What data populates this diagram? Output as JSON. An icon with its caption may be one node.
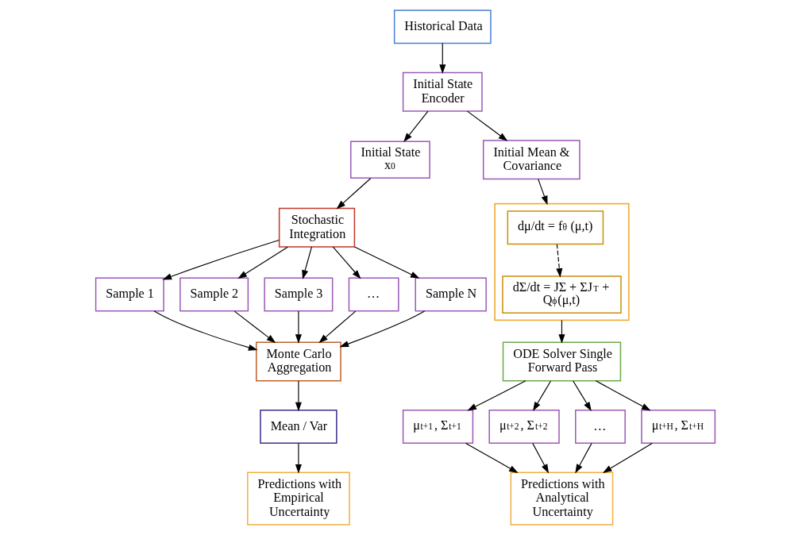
{
  "diagram": {
    "nodes": [
      {
        "text": [
          "Historical Data"
        ]
      },
      {
        "text": [
          "Initial State Encoder"
        ]
      },
      {
        "text": [
          "Initial State",
          "x$_{0}$"
        ]
      },
      {
        "text": [
          "Initial Mean & Covariance"
        ]
      },
      {
        "text": [
          "Stochastic Integration"
        ]
      },
      {
        "text": [
          "Sample 1"
        ]
      },
      {
        "text": [
          "Sample 2"
        ]
      },
      {
        "text": [
          "Sample 3"
        ]
      },
      {
        "text": [
          "…"
        ]
      },
      {
        "text": [
          "Sample N"
        ]
      },
      {
        "text": [
          "Monte Carlo Aggregation"
        ]
      },
      {
        "text": [
          "Mean / Var"
        ]
      },
      {
        "text": [
          "Predictions with Empirical Uncertainty"
        ]
      },
      {
        "text": [],
        "shape": "box"
      },
      {
        "text": [
          "dμ/dt = f$_{θ}$ (μ,t)"
        ],
        "in": 13
      },
      {
        "text": [
          "dΣ/dt = JΣ + ΣJ$^{T}$ + Q$_{ϕ}$(μ,t)"
        ],
        "in": 13
      },
      {
        "text": [
          "ODE Solver Single Forward Pass"
        ]
      },
      {
        "text": [
          "μ$_{t+1}$, Σ$_{t+1}$"
        ]
      },
      {
        "text": [
          "μ$_{t+2}$, Σ$_{t+2}$"
        ]
      },
      {
        "text": [
          "…"
        ]
      },
      {
        "text": [
          "μ$_{t+H}$, Σ$_{t+H}$"
        ]
      },
      {
        "text": [
          "Predictions with Analytical Uncertainty"
        ]
      }
    ],
    "edges": [
      {
        "from": 0,
        "to": 1,
        "arrow": "to"
      },
      {
        "from": 1,
        "to": 2,
        "arrow": "to"
      },
      {
        "from": 1,
        "to": 3,
        "arrow": "to"
      },
      {
        "from": 2,
        "to": 4,
        "arrow": "to"
      },
      {
        "from": 4,
        "to": 5,
        "arrow": "to"
      },
      {
        "from": 4,
        "to": 6,
        "arrow": "to"
      },
      {
        "from": 4,
        "to": 7,
        "arrow": "to"
      },
      {
        "from": 4,
        "to": 8,
        "arrow": "to"
      },
      {
        "from": 4,
        "to": 9,
        "arrow": "to"
      },
      {
        "from": 5,
        "to": 10,
        "arrow": "to"
      },
      {
        "from": 6,
        "to": 10,
        "arrow": "to"
      },
      {
        "from": 7,
        "to": 10,
        "arrow": "to"
      },
      {
        "from": 8,
        "to": 10,
        "arrow": "to"
      },
      {
        "from": 9,
        "to": 10,
        "arrow": "to"
      },
      {
        "from": 10,
        "to": 11,
        "arrow": "to"
      },
      {
        "from": 11,
        "to": 12,
        "arrow": "to"
      },
      {
        "from": 3,
        "to": 13,
        "arrow": "to"
      },
      {
        "from": 14,
        "to": 15,
        "arrow": "to",
        "style": "dashed"
      },
      {
        "from": 13,
        "to": 16,
        "arrow": "to"
      },
      {
        "from": 16,
        "to": 17,
        "arrow": "to"
      },
      {
        "from": 16,
        "to": 18,
        "arrow": "to"
      },
      {
        "from": 16,
        "to": 19,
        "arrow": "to"
      },
      {
        "from": 16,
        "to": 20,
        "arrow": "to"
      },
      {
        "from": 17,
        "to": 21,
        "arrow": "to"
      },
      {
        "from": 18,
        "to": 21,
        "arrow": "to"
      },
      {
        "from": 19,
        "to": 21,
        "arrow": "to"
      },
      {
        "from": 20,
        "to": 21,
        "arrow": "to"
      }
    ]
  }
}
